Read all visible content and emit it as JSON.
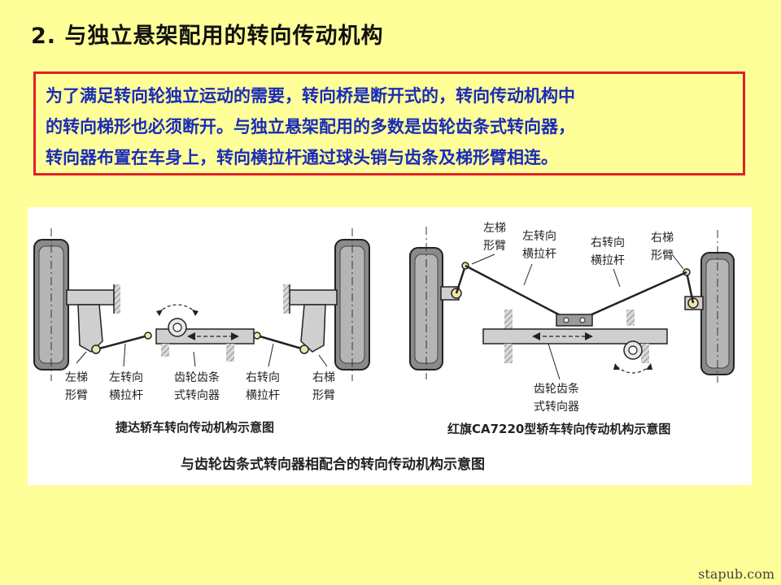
{
  "slide": {
    "title": "2. 与独立悬架配用的转向传动机构",
    "intro_lines": [
      "为了满足转向轮独立运动的需要，转向桥是断开式的，转向传动机构中",
      "的转向梯形也必须断开。与独立悬架配用的多数是齿轮齿条式转向器，",
      "转向器布置在车身上，转向横拉杆通过球头销与齿条及梯形臂相连。"
    ],
    "footer": "stapub.com"
  },
  "figure": {
    "left": {
      "caption": "捷达轿车转向传动机构示意图",
      "labels": {
        "left_arm": [
          "左梯",
          "形臂"
        ],
        "left_tie_rod": [
          "左转向",
          "横拉杆"
        ],
        "gear": [
          "齿轮齿条",
          "式转向器"
        ],
        "right_tie_rod": [
          "右转向",
          "横拉杆"
        ],
        "right_arm": [
          "右梯",
          "形臂"
        ]
      }
    },
    "right": {
      "caption": "红旗CA7220型轿车转向传动机构示意图",
      "labels": {
        "left_arm": [
          "左梯",
          "形臂"
        ],
        "left_tie_rod": [
          "左转向",
          "横拉杆"
        ],
        "right_tie_rod": [
          "右转向",
          "横拉杆"
        ],
        "right_arm": [
          "右梯",
          "形臂"
        ],
        "gear": [
          "齿轮齿条",
          "式转向器"
        ]
      }
    },
    "main_caption": "与齿轮齿条式转向器相配合的转向传动机构示意图"
  }
}
